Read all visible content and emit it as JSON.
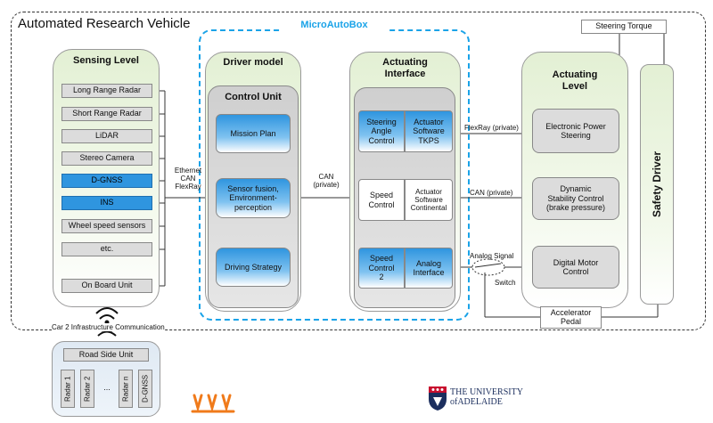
{
  "vehicle_title": "Automated Research Vehicle",
  "microautobox_title": "MicroAutoBox",
  "sensing": {
    "title": "Sensing Level",
    "items": [
      "Long Range Radar",
      "Short Range Radar",
      "LiDAR",
      "Stereo Camera",
      "D-GNSS",
      "INS",
      "Wheel speed sensors",
      "etc.",
      "On Board Unit"
    ]
  },
  "bus_label_left": "Ethernet\nCAN\nFlexRay",
  "driver_model": {
    "title": "Driver model",
    "control_unit_title": "Control Unit",
    "blocks": [
      "Mission Plan",
      "Sensor fusion,\nEnvironment-\nperception",
      "Driving Strategy"
    ]
  },
  "bus_label_mid": "CAN\n(private)",
  "actuating_interface": {
    "title": "Actuating\nInterface",
    "rows": [
      {
        "left": "Steering\nAngle\nControl",
        "right": "Actuator\nSoftware\nTKPS"
      },
      {
        "left": "Speed\nControl",
        "right": "Actuator\nSoftware\nContinental"
      },
      {
        "left": "Speed\nControl\n2",
        "right": "Analog\nInterface"
      }
    ]
  },
  "links": {
    "flexray": "FlexRay (private)",
    "can": "CAN (private)",
    "analog": "Analog Signal",
    "switch": "Switch"
  },
  "actuating_level": {
    "title": "Actuating\nLevel",
    "items": [
      "Electronic Power\nSteering",
      "Dynamic\nStability Control\n(brake pressure)",
      "Digital Motor\nControl"
    ]
  },
  "steering_torque": "Steering Torque",
  "safety_driver": "Safety Driver",
  "accelerator_pedal": "Accelerator\nPedal",
  "c2i_label": "Car 2 Infrastructure Communication",
  "road_side_unit": {
    "title": "Road Side Unit",
    "items": [
      "Radar 1",
      "Radar 2",
      "...",
      "Radar n",
      "D-GNSS"
    ]
  },
  "logo_text": "THE UNIVERSITY\nofADELAIDE",
  "colors": {
    "accent_blue": "#2f95df",
    "dash_blue": "#1aa3e8",
    "panel_green": "#e3f0d4"
  }
}
